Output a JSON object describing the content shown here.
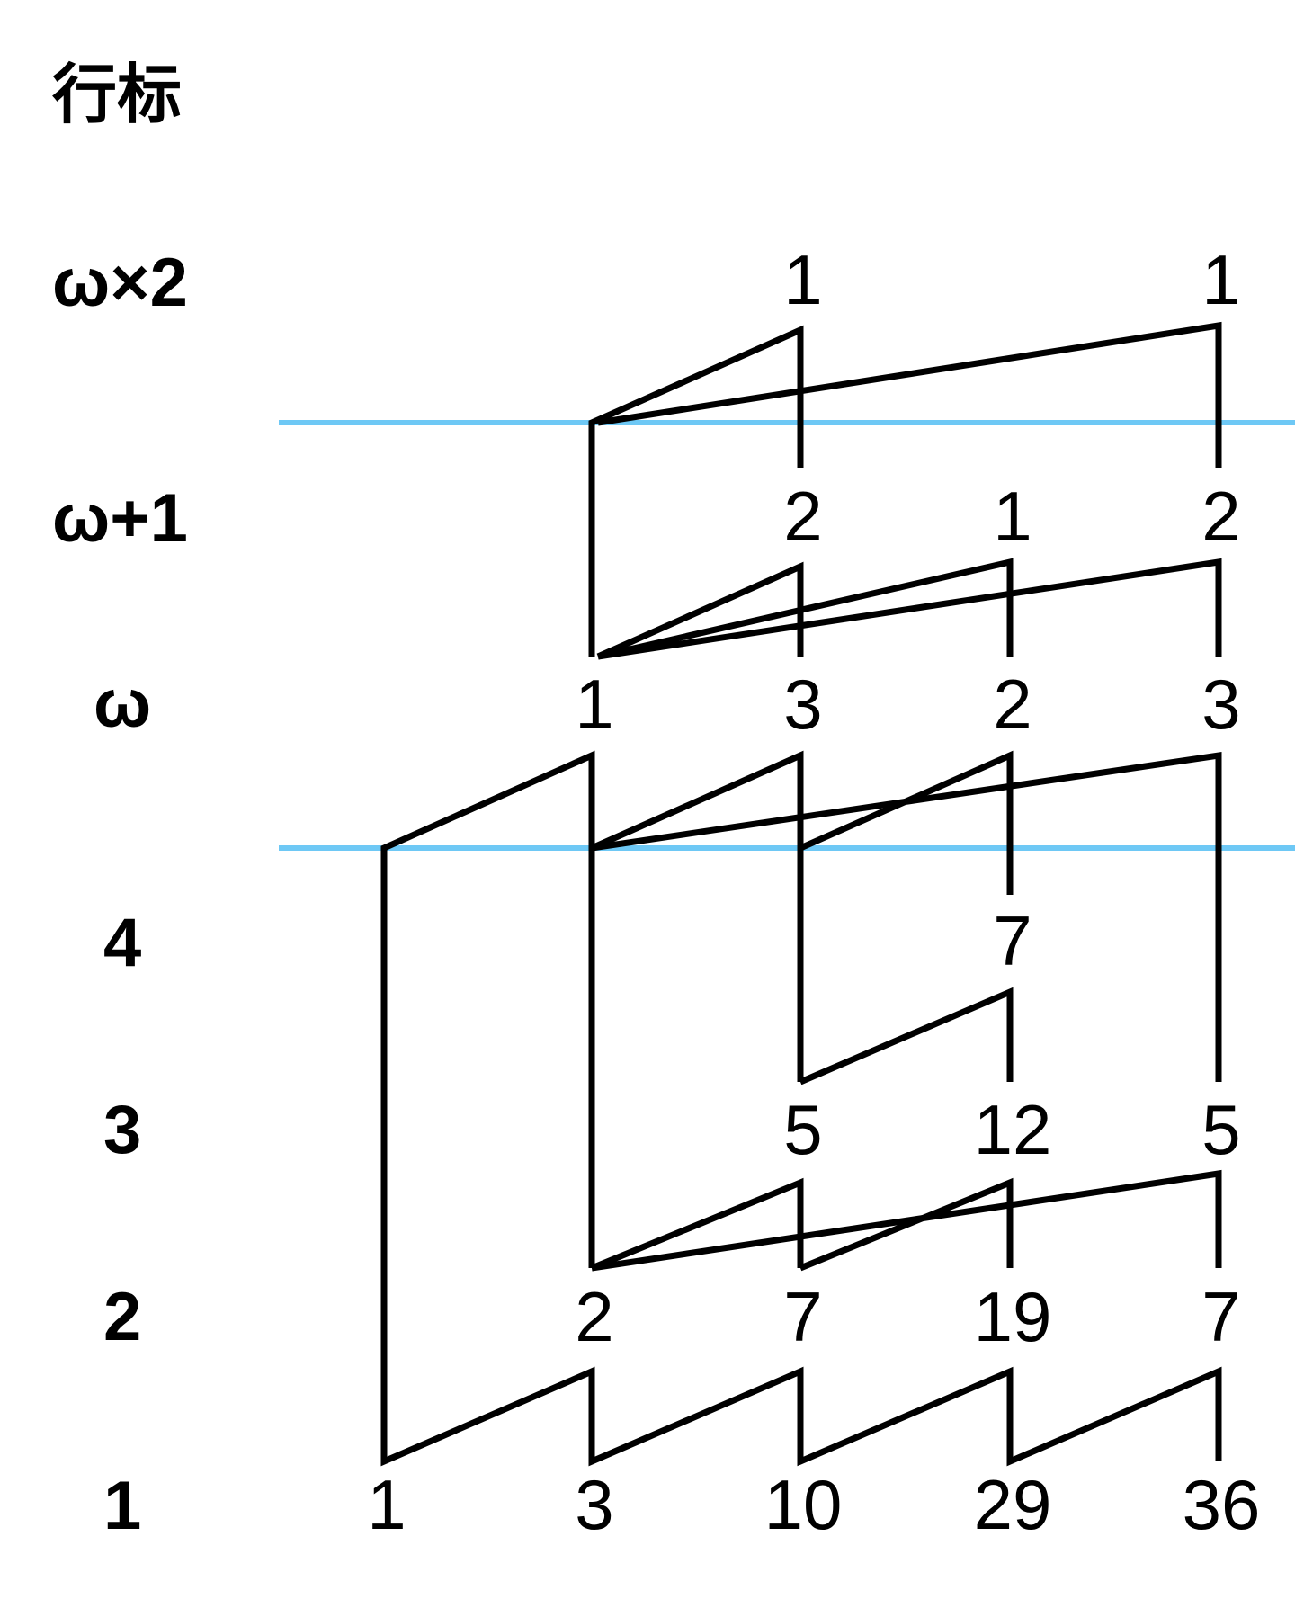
{
  "header": {
    "title": "行标"
  },
  "rows": [
    {
      "key": "w2",
      "label": "ω×2"
    },
    {
      "key": "w1",
      "label": "ω+1"
    },
    {
      "key": "w",
      "label": "ω"
    },
    {
      "key": "r4",
      "label": "4"
    },
    {
      "key": "r3",
      "label": "3"
    },
    {
      "key": "r2",
      "label": "2"
    },
    {
      "key": "r1",
      "label": "1"
    }
  ],
  "columns": [
    "c1",
    "c2",
    "c3",
    "c4",
    "c5"
  ],
  "values": [
    {
      "id": "w2-c3",
      "text": "1"
    },
    {
      "id": "w2-c5",
      "text": "1"
    },
    {
      "id": "w1-c3",
      "text": "2"
    },
    {
      "id": "w1-c4",
      "text": "1"
    },
    {
      "id": "w1-c5",
      "text": "2"
    },
    {
      "id": "w-c2",
      "text": "1"
    },
    {
      "id": "w-c3",
      "text": "3"
    },
    {
      "id": "w-c4",
      "text": "2"
    },
    {
      "id": "w-c5",
      "text": "3"
    },
    {
      "id": "r4-c4",
      "text": "7"
    },
    {
      "id": "r3-c3",
      "text": "5"
    },
    {
      "id": "r3-c4",
      "text": "12"
    },
    {
      "id": "r3-c5",
      "text": "5"
    },
    {
      "id": "r2-c2",
      "text": "2"
    },
    {
      "id": "r2-c3",
      "text": "7"
    },
    {
      "id": "r2-c4",
      "text": "19"
    },
    {
      "id": "r2-c5",
      "text": "7"
    },
    {
      "id": "r1-c1",
      "text": "1"
    },
    {
      "id": "r1-c2",
      "text": "3"
    },
    {
      "id": "r1-c3",
      "text": "10"
    },
    {
      "id": "r1-c4",
      "text": "29"
    },
    {
      "id": "r1-c5",
      "text": "36"
    }
  ],
  "colors": {
    "lines": "#000000",
    "separators": "#6ec8f5",
    "background": "#ffffff"
  }
}
